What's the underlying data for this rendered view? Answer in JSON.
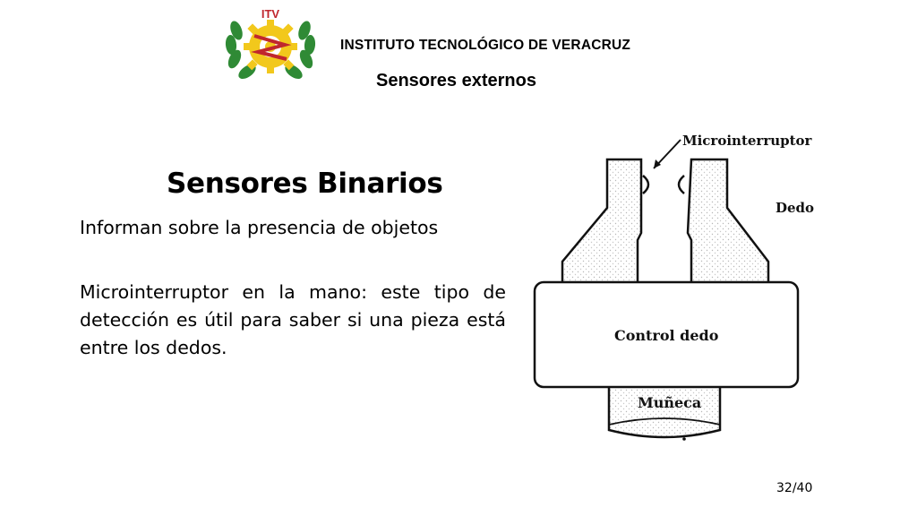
{
  "header": {
    "logo_text": "ITV",
    "institute": "INSTITUTO TECNOLÓGICO DE VERACRUZ",
    "subtitle": "Sensores externos"
  },
  "slide": {
    "title": "Sensores Binarios",
    "paragraphs": [
      "Informan sobre la presencia de objetos",
      "Microinterruptor en la mano: este tipo de detección es útil para saber si una pieza está entre los dedos."
    ]
  },
  "figure": {
    "labels": {
      "microswitch": "Microinterruptor",
      "finger": "Dedo",
      "finger_control": "Control dedo",
      "wrist": "Muñeca"
    }
  },
  "footer": {
    "page": "32/40"
  },
  "colors": {
    "logo_yellow": "#f2c81c",
    "logo_red": "#c0272d",
    "logo_green": "#2f8a35"
  }
}
